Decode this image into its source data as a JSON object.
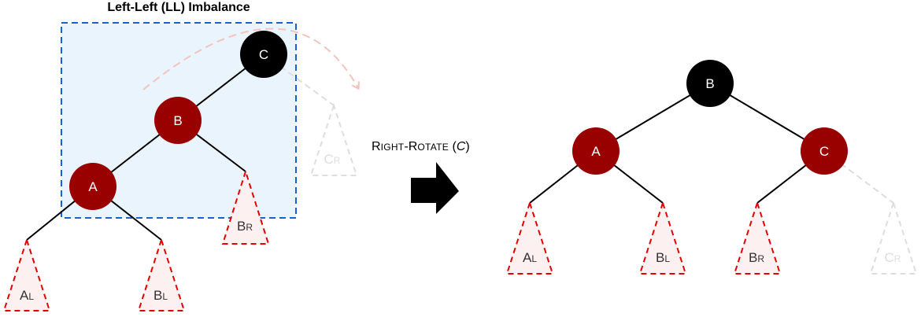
{
  "title": "Left-Left (LL) Imbalance",
  "operation": {
    "r1": "R",
    "r2": "IGHT",
    "dash": "-",
    "r3": "R",
    "r4": "OTATE",
    "arg_open": " (",
    "arg": "C",
    "arg_close": ")"
  },
  "colors": {
    "red_node": "#990000",
    "black_node": "#000000",
    "subtree_border": "#e00000",
    "subtree_fill": "#fdf0f0",
    "faded_subtree": "#dddddd",
    "highlight_border": "#1b5fd6",
    "highlight_fill": "#eaf4fc",
    "rotation_arrow": "#f3c3bd"
  },
  "left_tree": {
    "nodes": [
      {
        "label": "C",
        "color": "black"
      },
      {
        "label": "B",
        "color": "red"
      },
      {
        "label": "A",
        "color": "red"
      }
    ],
    "subtrees": [
      {
        "main": "A",
        "sub": "L",
        "faded": false
      },
      {
        "main": "B",
        "sub": "L",
        "faded": false
      },
      {
        "main": "B",
        "sub": "R",
        "faded": false
      },
      {
        "main": "C",
        "sub": "R",
        "faded": true
      }
    ]
  },
  "right_tree": {
    "nodes": [
      {
        "label": "B",
        "color": "black"
      },
      {
        "label": "A",
        "color": "red"
      },
      {
        "label": "C",
        "color": "red"
      }
    ],
    "subtrees": [
      {
        "main": "A",
        "sub": "L",
        "faded": false
      },
      {
        "main": "B",
        "sub": "L",
        "faded": false
      },
      {
        "main": "B",
        "sub": "R",
        "faded": false
      },
      {
        "main": "C",
        "sub": "R",
        "faded": true
      }
    ]
  }
}
